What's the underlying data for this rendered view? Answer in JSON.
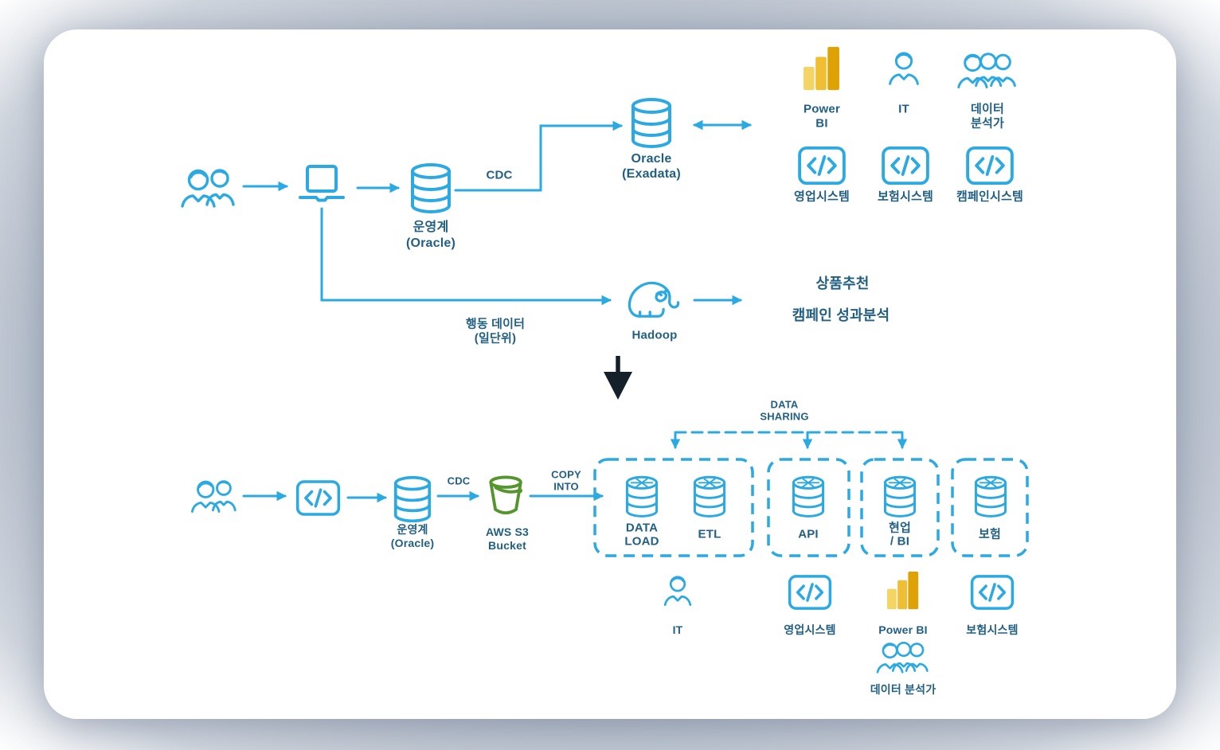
{
  "colors": {
    "accent_blue": "#2AA9E2",
    "text_blue": "#226083",
    "bucket_green": "#55952E",
    "transition_arrow": "#14212B",
    "powerbi_yellow_light": "#F5D466",
    "powerbi_yellow_mid": "#F0BE33",
    "powerbi_yellow_dark": "#DFA204",
    "card_bg": "#FFFFFF",
    "backdrop": "#A9B3C2"
  },
  "icons": [
    "two-users-icon",
    "laptop-icon",
    "database-icon",
    "code-system-icon",
    "power-bi-icon",
    "it-user-icon",
    "data-analysts-icon",
    "hadoop-elephant-icon",
    "aws-s3-bucket-icon",
    "warehouse-db-icon",
    "transition-arrow-icon"
  ],
  "as_is": {
    "source_db_label_1": "운영계",
    "source_db_label_2": "(Oracle)",
    "cdc_label": "CDC",
    "target_db_label_1": "Oracle",
    "target_db_label_2": "(Exadata)",
    "powerbi_label_1": "Power",
    "powerbi_label_2": "BI",
    "it_label": "IT",
    "analyst_label_1": "데이터",
    "analyst_label_2": "분석가",
    "system_labels": [
      "영업시스템",
      "보험시스템",
      "캠페인시스템"
    ],
    "behavior_label_1": "행동 데이터",
    "behavior_label_2": "(일단위)",
    "hadoop_label": "Hadoop",
    "output_1": "상품추천",
    "output_2": "캠페인 성과분석"
  },
  "to_be": {
    "source_db_label_1": "운영계",
    "source_db_label_2": "(Oracle)",
    "cdc_label": "CDC",
    "s3_label_1": "AWS S3",
    "s3_label_2": "Bucket",
    "copy_label_1": "COPY",
    "copy_label_2": "INTO",
    "sharing_label_1": "DATA",
    "sharing_label_2": "SHARING",
    "warehouses": {
      "w1_line1": "DATA",
      "w1_line2": "LOAD",
      "w2": "ETL",
      "w3": "API",
      "w4_line1": "현업",
      "w4_line2": "/ BI",
      "w5": "보험"
    },
    "consumer_it": "IT",
    "consumer_sales": "영업시스템",
    "consumer_powerbi": "Power BI",
    "consumer_insurance": "보험시스템",
    "consumer_analyst": "데이터 분석가"
  }
}
